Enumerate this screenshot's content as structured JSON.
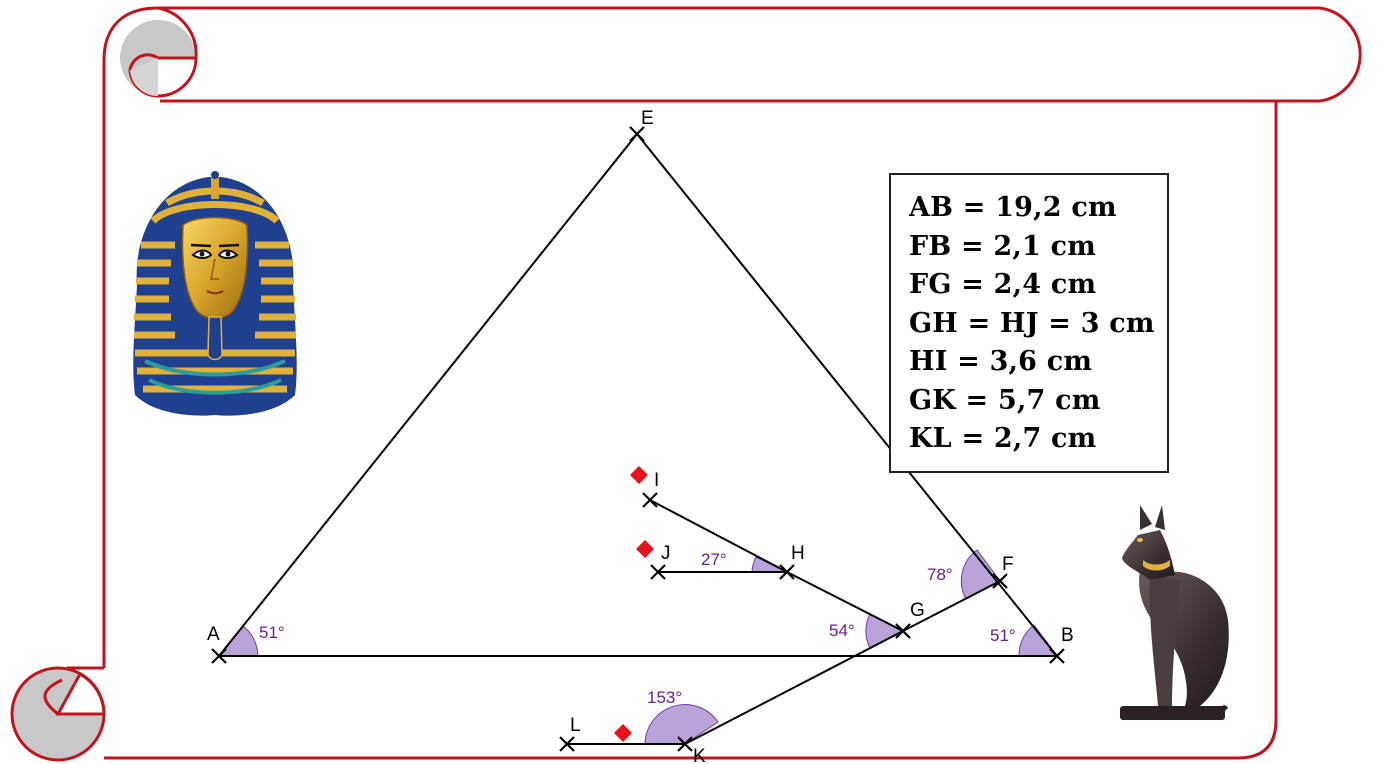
{
  "points": {
    "A": "A",
    "B": "B",
    "E": "E",
    "F": "F",
    "G": "G",
    "H": "H",
    "I": "I",
    "J": "J",
    "K": "K",
    "L": "L"
  },
  "angles": {
    "A": "51°",
    "B": "51°",
    "F": "78°",
    "G": "54°",
    "H": "27°",
    "K": "153°"
  },
  "measurements": [
    "AB = 19,2 cm",
    "FB = 2,1 cm",
    "FG = 2,4 cm",
    "GH = HJ = 3 cm",
    "HI = 3,6 cm",
    "GK = 5,7 cm",
    "KL = 2,7 cm"
  ],
  "colors": {
    "scroll_border": "#c0141e",
    "scroll_curl_fill": "#c8c8c8",
    "angle_fill": "#b9a3d9",
    "angle_text": "#6b1f8a",
    "marker": "#e8101a"
  },
  "icons": {
    "pharaoh": "pharaoh-mask-icon",
    "cat": "bastet-cat-icon",
    "diamond": "diamond-marker-icon"
  }
}
